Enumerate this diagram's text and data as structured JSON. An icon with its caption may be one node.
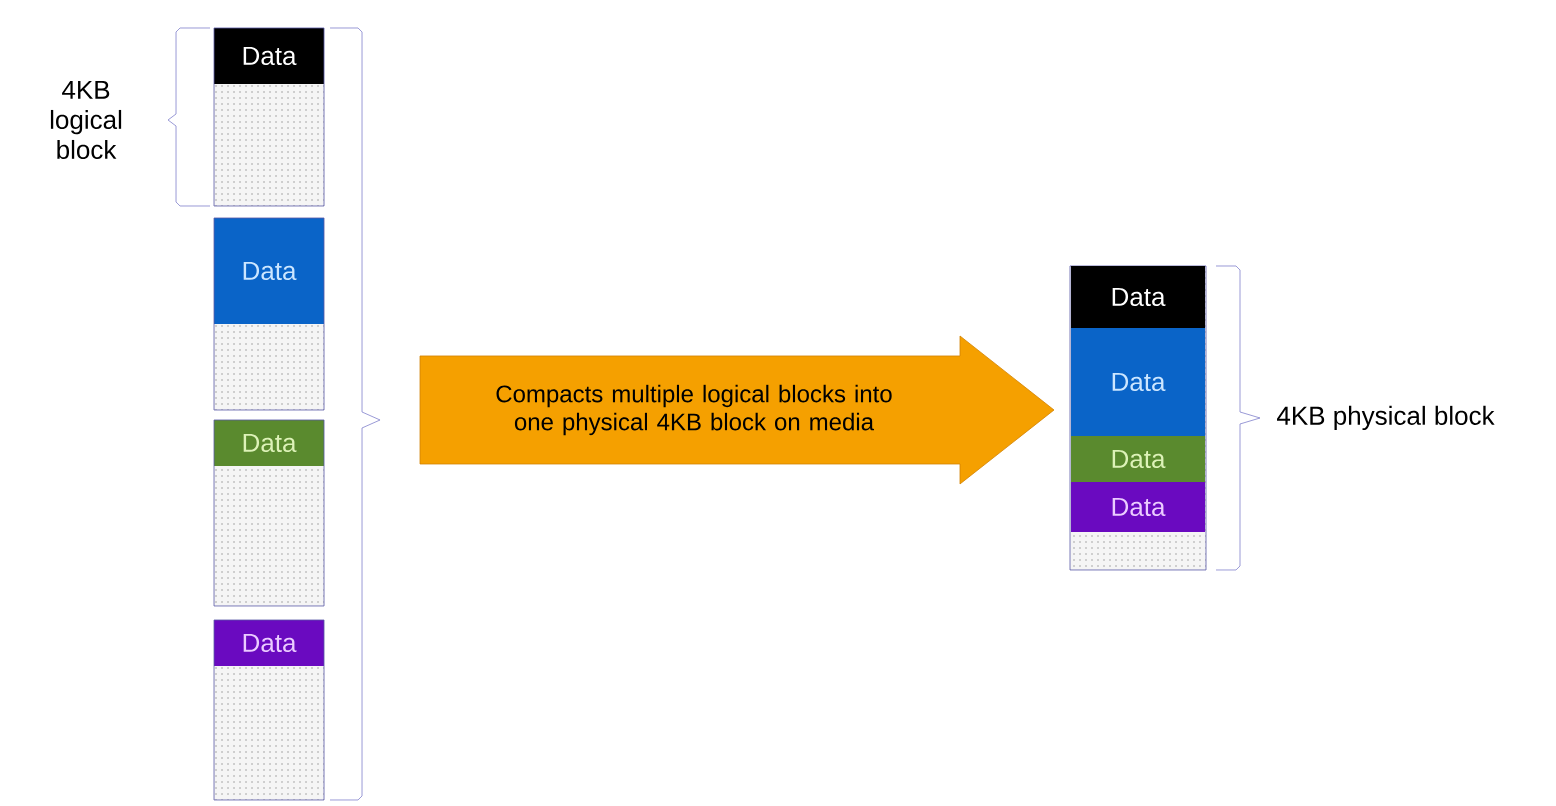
{
  "diagram": {
    "nodes": [
      {
        "text": [
          "Data"
        ]
      },
      {
        "text": [
          "Data"
        ]
      },
      {
        "text": [
          "Data"
        ]
      },
      {
        "text": [
          "Data"
        ]
      },
      {
        "text": [
          "Compacts multiple logical blocks into one physical 4KB block on media"
        ]
      },
      {
        "text": [],
        "shape": "box"
      },
      {
        "text": [
          "Data"
        ],
        "in": 5
      },
      {
        "text": [
          "Data"
        ],
        "in": 5
      },
      {
        "text": [
          "Data"
        ],
        "in": 5
      },
      {
        "text": [
          "Data"
        ],
        "in": 5
      }
    ],
    "labels": [
      "4KB logical block",
      "4KB physical block"
    ]
  }
}
